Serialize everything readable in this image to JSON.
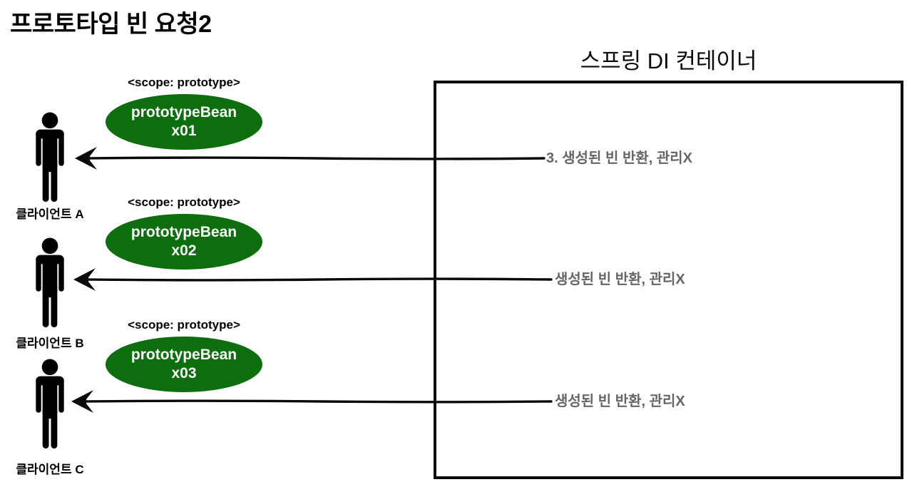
{
  "title": "프로토타입 빈 요청2",
  "container": {
    "title": "스프링 DI 컨테이너"
  },
  "clients": [
    {
      "label": "클라이언트 A"
    },
    {
      "label": "클라이언트 B"
    },
    {
      "label": "클라이언트 C"
    }
  ],
  "beans": [
    {
      "scope": "<scope: prototype>",
      "name": "prototypeBean",
      "instance": "x01"
    },
    {
      "scope": "<scope: prototype>",
      "name": "prototypeBean",
      "instance": "x02"
    },
    {
      "scope": "<scope: prototype>",
      "name": "prototypeBean",
      "instance": "x03"
    }
  ],
  "arrows": [
    {
      "label": "3. 생성된 빈 반환, 관리X"
    },
    {
      "label": "생성된 빈 반환, 관리X"
    },
    {
      "label": "생성된 빈 반환, 관리X"
    }
  ],
  "colors": {
    "bean_fill": "#0c6e0c",
    "bean_text": "#ffffff",
    "arrow_label": "#666666",
    "outline": "#0a0a0a"
  }
}
